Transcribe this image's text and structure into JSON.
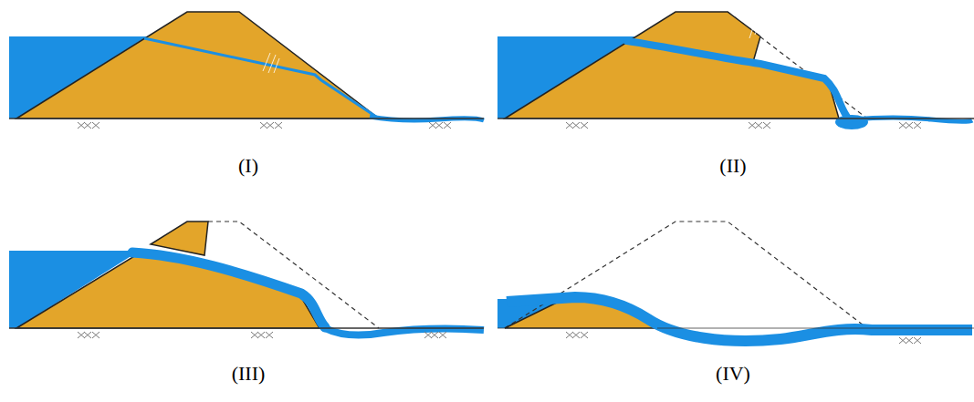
{
  "diagram": {
    "labels": [
      "(I)",
      "(II)",
      "(III)",
      "(IV)"
    ]
  }
}
